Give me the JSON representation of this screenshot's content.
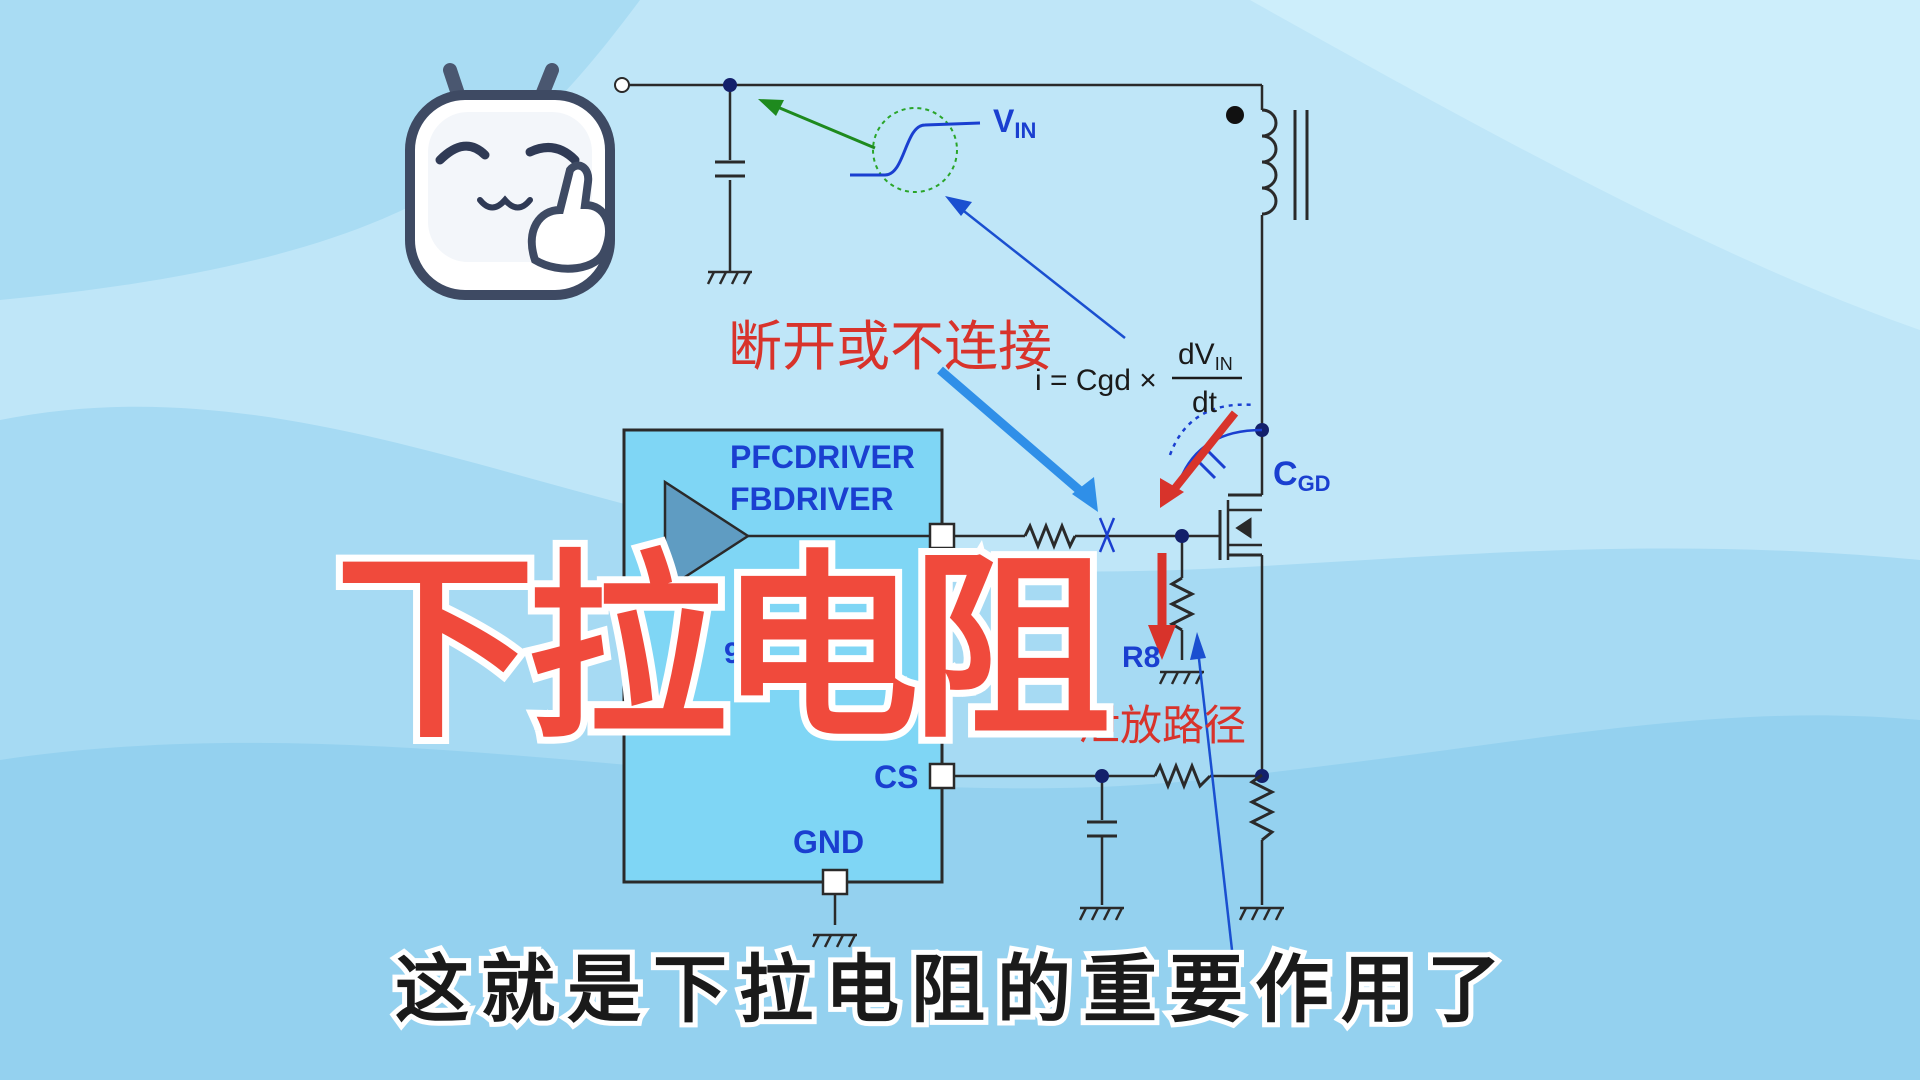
{
  "circuit": {
    "vin_label": "V",
    "vin_sub": "IN",
    "formula_left": "i = Cgd ×",
    "formula_num": "dV",
    "formula_num_sub": "IN",
    "formula_den": "dt",
    "cgd_label": "C",
    "cgd_sub": "GD",
    "pin_pfcdriver": "PFCDRIVER",
    "pin_fbdriver": "FBDRIVER",
    "pin_cs": "CS",
    "pin_gnd": "GND",
    "partial_left_label": "9",
    "partial_r_label": "R8",
    "annotation_disconnect": "断开或不连接",
    "annotation_discharge": "泄放路径"
  },
  "overlay": {
    "title": "下拉电阻",
    "subtitle": "这就是下拉电阻的重要作用了"
  },
  "colors": {
    "background": "#bfe6f8",
    "ic_fill": "#7fd6f5",
    "label_blue": "#1a3fd0",
    "annotation_red": "#d8332b",
    "title_red": "#f04a3c",
    "wire": "#2a2a2a"
  },
  "mascot": {
    "name": "bilibili-tv-mascot-icon"
  }
}
